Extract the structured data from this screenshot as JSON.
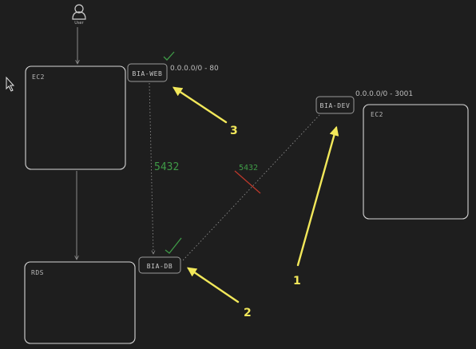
{
  "user": {
    "label": "User"
  },
  "boxes": {
    "ec2_left": {
      "label": "EC2"
    },
    "ec2_right": {
      "label": "EC2"
    },
    "rds": {
      "label": "RDS"
    }
  },
  "security_groups": {
    "web": {
      "label": "BIA-WEB",
      "rule": "0.0.0.0/0 - 80"
    },
    "dev": {
      "label": "BIA-DEV",
      "rule": "0.0.0.0/0 - 3001"
    },
    "db": {
      "label": "BIA-DB"
    }
  },
  "ports": {
    "web_to_db": "5432",
    "dev_to_db": "5432"
  },
  "annotations": {
    "step1": "1",
    "step2": "2",
    "step3": "3"
  },
  "colors": {
    "background": "#1e1e1e",
    "outline": "#d6d6d6",
    "check_green": "#3f9a47",
    "arrow_yellow": "#f2e85a",
    "blocked_red": "#c0392b"
  },
  "icons": [
    "user-icon",
    "checkmark-icon",
    "cursor-icon"
  ]
}
